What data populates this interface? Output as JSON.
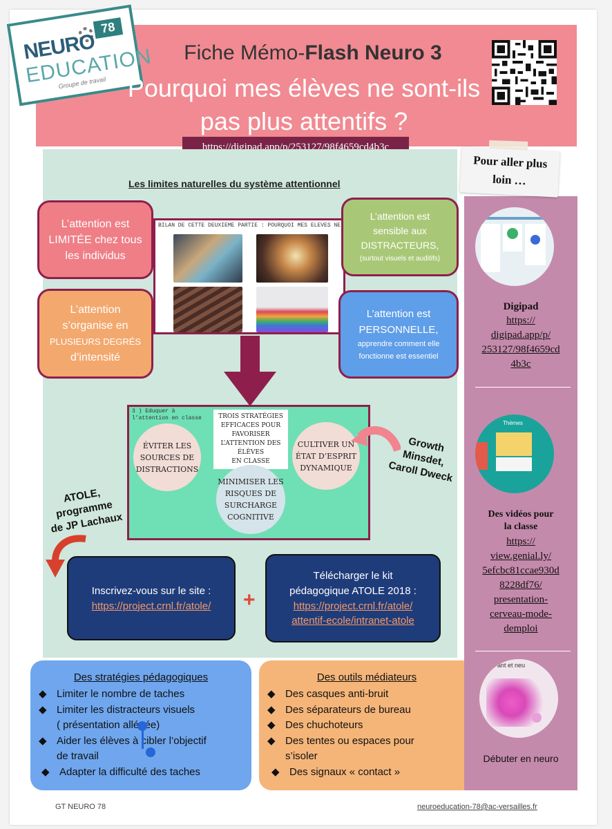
{
  "header": {
    "logo_top": "NEURO",
    "logo_bottom": "EDUCATION",
    "logo_number": "78",
    "logo_tagline": "Groupe de travail",
    "title_prefix": "Fiche Mémo-",
    "title_bold": "Flash Neuro 3",
    "question_line1": "Pourquoi mes élèves ne sont-ils",
    "question_line2": "pas plus attentifs ?",
    "url": "https://digipad.app/p/253127/98f4659cd4b3c"
  },
  "limits": {
    "heading": "Les limites naturelles du système attentionnel",
    "card_limited": {
      "l1": "L’attention est",
      "l2": "LIMITÉE chez tous",
      "l3": "les individus"
    },
    "card_degrees": {
      "l1": "L’attention",
      "l2": "s’organise en",
      "l3": "PLUSIEURS DEGRÉS",
      "l4": "d’intensité"
    },
    "card_distract": {
      "l1": "L’attention est",
      "l2": "sensible aux",
      "l3": "DISTRACTEURS,",
      "l4": "(surtout visuels et auditifs)"
    },
    "card_personal": {
      "l1": "L’attention est",
      "l2": "PERSONNELLE,",
      "l3": "apprendre comment elle",
      "l4": "fonctionne est essentiel"
    },
    "photo_caption": "BILAN DE CETTE DEUXIEME PARTIE : POURQUOI MES ELEVES NE SONT PAS ATTENTIFS"
  },
  "strategies": {
    "caption": "3 ) Eduquer à l’attention en classe",
    "center_l1": "TROIS STRATÉGIES",
    "center_l2": "EFFICACES POUR FAVORISER",
    "center_l3": "L’ATTENTION DES ÉLÈVES",
    "center_l4": "EN CLASSE",
    "c1_l1": "ÉVITER LES",
    "c1_l2": "SOURCES DE",
    "c1_l3": "DISTRACTIONS",
    "c2_l1": "MINIMISER LES",
    "c2_l2": "RISQUES DE",
    "c2_l3": "SURCHARGE",
    "c2_l4": "COGNITIVE",
    "c3_l1": "CULTIVER UN",
    "c3_l2": "ÉTAT D’ESPRIT",
    "c3_l3": "DYNAMIQUE"
  },
  "notes": {
    "growth_l1": "Growth",
    "growth_l2": "Minsdet,",
    "growth_l3": "Caroll Dweck",
    "atole_l1": "ATOLE,",
    "atole_l2": "programme",
    "atole_l3": "de  JP Lachaux"
  },
  "atole": {
    "signup_label": "Inscrivez-vous sur le site :",
    "signup_link": "https://project.crnl.fr/atole/",
    "plus": "+",
    "kit_l1": "Télécharger le kit",
    "kit_l2": "pédagogique ATOLE 2018 :",
    "kit_link1": "https://project.crnl.fr/atole/",
    "kit_link2": "attentif-ecole/intranet-atole"
  },
  "pedago": {
    "title": "Des stratégies pédagogiques",
    "bullet": "◆",
    "items": [
      "Limiter le nombre de taches",
      "Limiter les distracteurs visuels",
      "( présentation allégée)",
      "Aider les élèves à cibler l’objectif",
      "de travail",
      "Adapter la difficulté des taches"
    ]
  },
  "tools": {
    "title": "Des outils médiateurs",
    "bullet": "◆",
    "items": [
      "Des casques anti-bruit",
      "Des séparateurs de bureau",
      "Des chuchoteurs",
      "Des tentes ou espaces pour",
      "s’isoler",
      "Des signaux « contact »"
    ]
  },
  "further": {
    "note_l1": "Pour aller plus",
    "note_l2": "loin …",
    "digipad_title": "Digipad",
    "digipad_link": [
      "https://",
      "digipad.app/p/",
      "253127/98f4659cd",
      "4b3c"
    ],
    "videos_title_l1": "Des vidéos pour",
    "videos_title_l2": "la classe",
    "videos_link": [
      "https://",
      "view.genial.ly/",
      "5efcbc81ccae930d",
      "8228df76/",
      "presentation-",
      "cerveau-mode-",
      "demploi"
    ],
    "thumb2_text": "Thèmes",
    "thumb3_text": "ant et neu",
    "neuro_label": "Débuter en neuro"
  },
  "footer": {
    "left": "GT NEURO 78",
    "email": "neuroeducation-78@ac-versailles.fr"
  },
  "colors": {
    "header_pink": "#f18a92",
    "mint": "#cfe7dc",
    "maroon": "#8e1f4d",
    "navy": "#1f3c7a",
    "purple_column": "#c48aab",
    "blue_box": "#6fa6ee",
    "orange_box": "#f5b579"
  }
}
